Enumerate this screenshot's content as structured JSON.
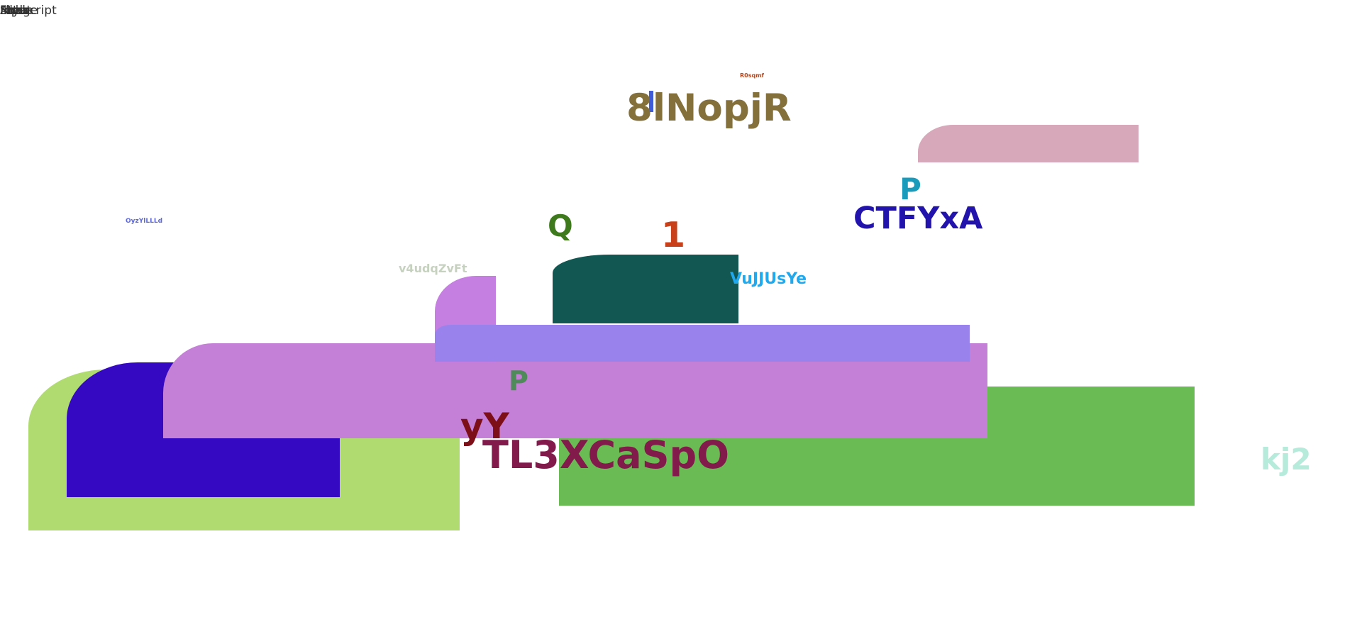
{
  "corner_labels": [
    "Subscript",
    "Image",
    "Filter",
    "Area",
    "Mode",
    "Style",
    "Input"
  ],
  "shapes": [
    {
      "name": "pink-rounded-bar",
      "color": "#d6a8ba"
    },
    {
      "name": "teal-rounded-block",
      "color": "#125752"
    },
    {
      "name": "small-orchid-rounded-block",
      "color": "#c47fe0"
    },
    {
      "name": "lavender-bar",
      "color": "#9a82ec"
    },
    {
      "name": "green-rect",
      "color": "#6bbb55"
    },
    {
      "name": "light-green-rounded-block",
      "color": "#b0db70"
    },
    {
      "name": "indigo-rounded-block",
      "color": "#3509c2"
    },
    {
      "name": "orchid-rounded-wide-block",
      "color": "#c47fd6"
    },
    {
      "name": "blue-tick-mark",
      "color": "#3f5bd8"
    }
  ],
  "labels": {
    "r0sqmf": {
      "text": "R0sqmf",
      "color": "#b5471e"
    },
    "title_8inopjr": {
      "text": "8lNopjR",
      "color": "#84703a"
    },
    "p_teal": {
      "text": "P",
      "color": "#1b9bbb"
    },
    "ctfyxa": {
      "text": "CTFYxA",
      "color": "#2313ad"
    },
    "oyzyllld": {
      "text": "OyzYlLLLd",
      "color": "#5e69d6"
    },
    "q_green": {
      "text": "Q",
      "color": "#3e7a1d"
    },
    "one_red": {
      "text": "1",
      "color": "#c8401a"
    },
    "v4udqzvft": {
      "text": "v4udqZvFt",
      "color": "#c6d2bf"
    },
    "vujjusye": {
      "text": "VuJJUsYe",
      "color": "#22a8ec"
    },
    "p_green": {
      "text": "P",
      "color": "#4f8a5b"
    },
    "yy_maroon": {
      "text": "yY",
      "color": "#7c0f17"
    },
    "tl3xcaspo": {
      "text": "TL3XCaSpO",
      "color": "#821a4c"
    },
    "kj2": {
      "text": "kj2",
      "color": "#b6eadb"
    }
  }
}
